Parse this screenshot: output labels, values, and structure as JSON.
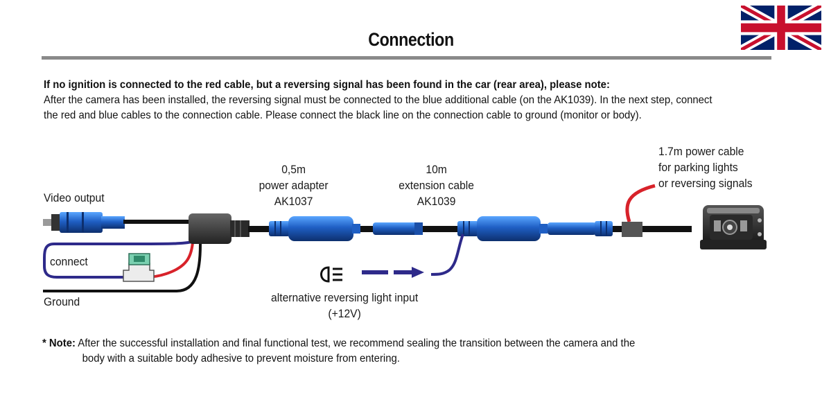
{
  "header": {
    "title": "Connection"
  },
  "intro": {
    "heading": "If no ignition is connected to the red cable, but a reversing signal has been found in the car (rear area), please note:",
    "body": "After the camera has been installed, the reversing signal must be connected to the blue additional cable (on the AK1039). In the next step, connect the red and blue cables to the connection cable. Please connect the black line on the connection cable to ground (monitor or body)."
  },
  "diagram": {
    "video_output": "Video output",
    "connect": "connect",
    "ground": "Ground",
    "adapter": {
      "length": "0,5m",
      "name": "power adapter",
      "code": "AK1037"
    },
    "extension": {
      "length": "10m",
      "name": "extension cable",
      "code": "AK1039"
    },
    "power_cable": {
      "line1": "1.7m power cable",
      "line2": "for parking lights",
      "line3": "or reversing signals"
    },
    "alt_input": {
      "line1": "alternative reversing light input",
      "line2": "(+12V)"
    }
  },
  "note": {
    "label": "* Note:",
    "text1": "After the successful installation and final functional test, we recommend sealing the transition between the camera and the",
    "text2": "body with a suitable body adhesive to prevent moisture from entering."
  },
  "colors": {
    "blue_cable": "#2e2a8a",
    "red_cable": "#d8222a",
    "connector_blue": "#1f6fd1",
    "rule": "#8a8a8a"
  }
}
